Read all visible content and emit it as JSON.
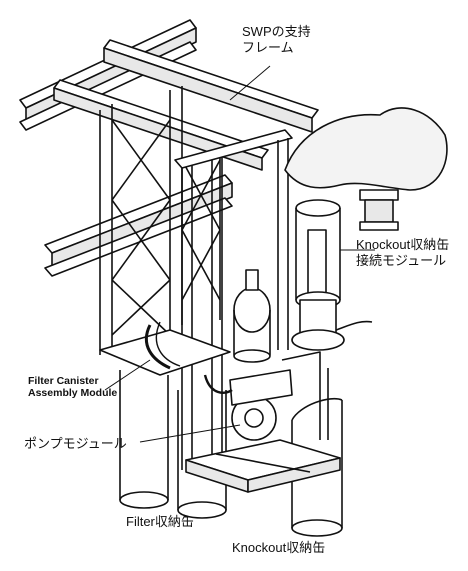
{
  "labels": {
    "swp_frame_l1": "SWPの支持",
    "swp_frame_l2": "フレーム",
    "knockout_module_l1": "Knockout収納缶",
    "knockout_module_l2": "接続モジュール",
    "filter_canister_l1": "Filter Canister",
    "filter_canister_l2": "Assembly Module",
    "pump_module": "ポンプモジュール",
    "filter_can": "Filter収納缶",
    "knockout_can": "Knockout収納缶"
  },
  "colors": {
    "ink": "#111111",
    "paper": "#ffffff",
    "shade": "#c8c8c8"
  }
}
